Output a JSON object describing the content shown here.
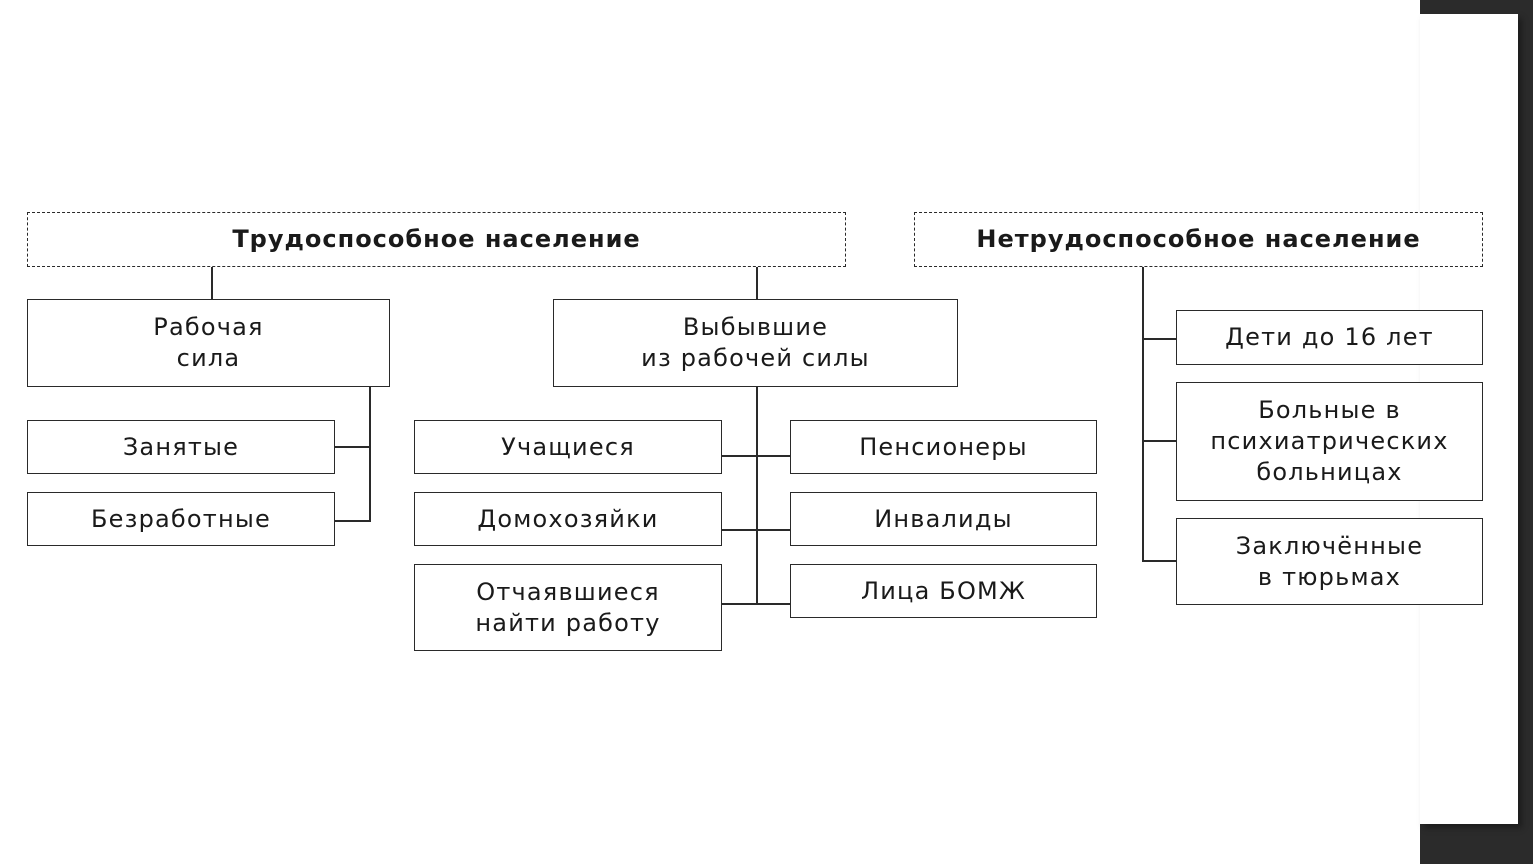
{
  "diagram": {
    "able_bodied": {
      "title": "Трудоспособное население",
      "labor_force": {
        "label": "Рабочая\nсила",
        "children": [
          "Занятые",
          "Безработные"
        ]
      },
      "out_of_labor_force": {
        "label": "Выбывшие\nиз рабочей силы",
        "left_children": [
          "Учащиеся",
          "Домохозяйки",
          "Отчаявшиеся\nнайти работу"
        ],
        "right_children": [
          "Пенсионеры",
          "Инвалиды",
          "Лица БОМЖ"
        ]
      }
    },
    "disabled": {
      "title": "Нетрудоспособное население",
      "children": [
        "Дети до 16 лет",
        "Больные в\nпсихиатрических\nбольницах",
        "Заключённые\nв тюрьмах"
      ]
    }
  }
}
